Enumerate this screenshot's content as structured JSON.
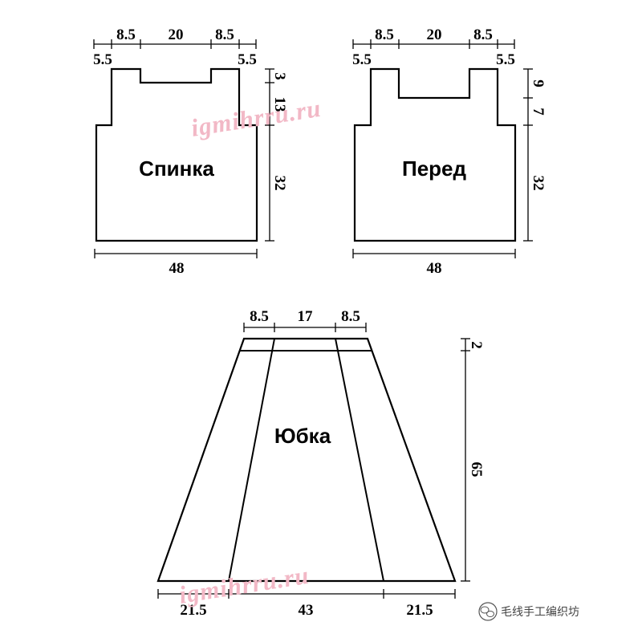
{
  "watermark": "igmihrru.ru",
  "pieces": {
    "back": {
      "title": "Спинка",
      "top_labels": [
        "8.5",
        "20",
        "8.5"
      ],
      "shoulder_labels": [
        "5.5",
        "5.5"
      ],
      "side_labels": [
        "3",
        "13",
        "32"
      ],
      "bottom_label": "48"
    },
    "front": {
      "title": "Перед",
      "top_labels": [
        "8.5",
        "20",
        "8.5"
      ],
      "shoulder_labels": [
        "5.5",
        "5.5"
      ],
      "side_labels": [
        "9",
        "7",
        "32"
      ],
      "bottom_label": "48"
    },
    "skirt": {
      "title": "Юбка",
      "top_labels": [
        "8.5",
        "17",
        "8.5"
      ],
      "side_labels": [
        "2",
        "65"
      ],
      "bottom_labels": [
        "21.5",
        "43",
        "21.5"
      ]
    }
  },
  "brand": {
    "icon": "wechat-icon",
    "text": "毛线手工编织坊"
  }
}
